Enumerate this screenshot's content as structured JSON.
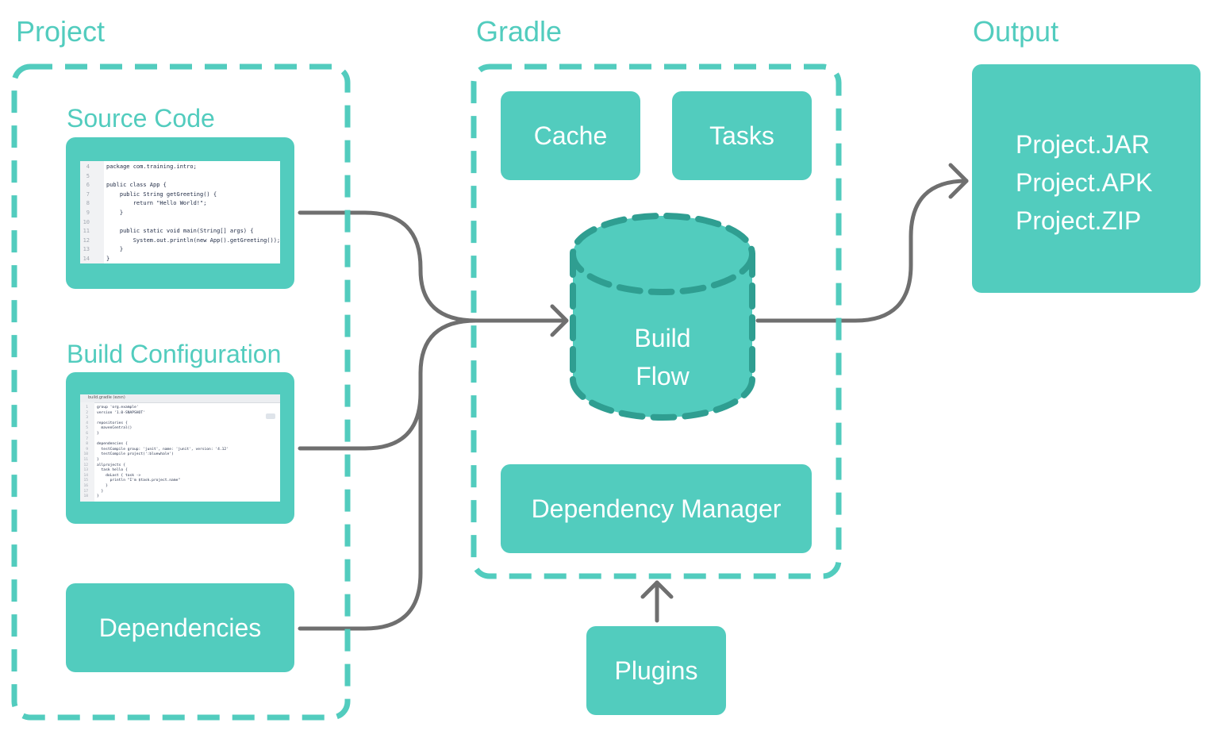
{
  "project": {
    "title": "Project",
    "source_code": {
      "label": "Source Code",
      "lines": [
        {
          "n": "4",
          "t": "package com.training.intro;"
        },
        {
          "n": "5",
          "t": ""
        },
        {
          "n": "6",
          "t": "public class App {"
        },
        {
          "n": "7",
          "t": "    public String getGreeting() {"
        },
        {
          "n": "8",
          "t": "        return \"Hello World!\";"
        },
        {
          "n": "9",
          "t": "    }"
        },
        {
          "n": "10",
          "t": ""
        },
        {
          "n": "11",
          "t": "    public static void main(String[] args) {"
        },
        {
          "n": "12",
          "t": "        System.out.println(new App().getGreeting());"
        },
        {
          "n": "13",
          "t": "    }"
        },
        {
          "n": "14",
          "t": "}"
        }
      ]
    },
    "build_configuration": {
      "label": "Build Configuration",
      "tab": "build.gradle (ezsn)",
      "lines": [
        {
          "n": "1",
          "t": "group 'org.example'"
        },
        {
          "n": "2",
          "t": "version '1.0-SNAPSHOT'"
        },
        {
          "n": "3",
          "t": ""
        },
        {
          "n": "4",
          "t": "repositories {"
        },
        {
          "n": "5",
          "t": "  mavenCentral()"
        },
        {
          "n": "6",
          "t": "}"
        },
        {
          "n": "7",
          "t": ""
        },
        {
          "n": "8",
          "t": "dependencies {"
        },
        {
          "n": "9",
          "t": "  testCompile group: 'junit', name: 'junit', version: '4.12'"
        },
        {
          "n": "10",
          "t": "  testCompile project(':bluewhale')"
        },
        {
          "n": "11",
          "t": "}"
        },
        {
          "n": "12",
          "t": "allprojects {"
        },
        {
          "n": "13",
          "t": "  task hello {"
        },
        {
          "n": "14",
          "t": "    doLast { task ->"
        },
        {
          "n": "15",
          "t": "      println \"I'm $task.project.name\""
        },
        {
          "n": "16",
          "t": "    }"
        },
        {
          "n": "17",
          "t": "  }"
        },
        {
          "n": "18",
          "t": "}"
        }
      ]
    },
    "dependencies": {
      "label": "Dependencies"
    }
  },
  "gradle": {
    "title": "Gradle",
    "cache": {
      "label": "Cache"
    },
    "tasks": {
      "label": "Tasks"
    },
    "build_flow": {
      "line1": "Build",
      "line2": "Flow"
    },
    "dependency_manager": {
      "label": "Dependency Manager"
    },
    "plugins": {
      "label": "Plugins"
    }
  },
  "output": {
    "title": "Output",
    "items": [
      "Project.JAR",
      "Project.APK",
      "Project.ZIP"
    ]
  },
  "colors": {
    "accent": "#52ccbe",
    "accent_dark": "#2f9e91",
    "arrow": "#6f6f6f",
    "text_on_accent": "#ffffff"
  }
}
